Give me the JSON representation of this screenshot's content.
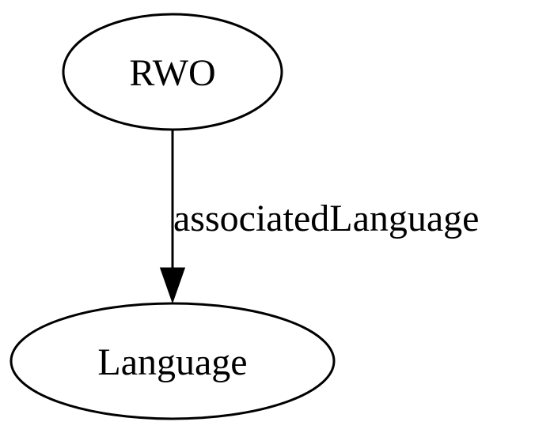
{
  "diagram": {
    "nodes": {
      "source": {
        "label": "RWO"
      },
      "target": {
        "label": "Language"
      }
    },
    "edges": [
      {
        "from": "RWO",
        "to": "Language",
        "label": "associatedLanguage"
      }
    ]
  }
}
